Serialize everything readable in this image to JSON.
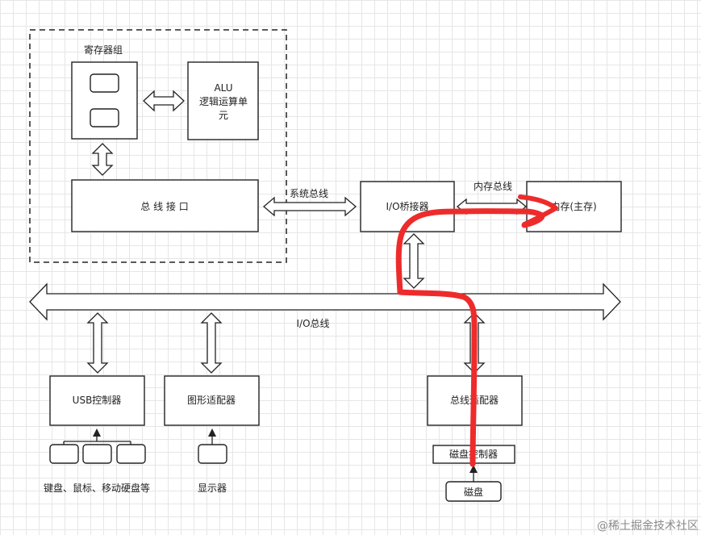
{
  "cpu": {
    "register_group_label": "寄存器组",
    "alu_line1": "ALU",
    "alu_line2": "逻辑运算单",
    "alu_line3": "元",
    "bus_interface_label": "总 线 接 口"
  },
  "system_bus_label": "系统总线",
  "io_bridge_label": "I/O桥接器",
  "memory_bus_label": "内存总线",
  "memory_label": "内存(主存)",
  "io_bus_label": "I/O总线",
  "usb_controller_label": "USB控制器",
  "graphics_adapter_label": "图形适配器",
  "bus_adapter_label": "总线适配器",
  "disk_controller_label": "磁盘控制器",
  "disk_label": "磁盘",
  "peripherals_label": "键盘、鼠标、移动硬盘等",
  "display_label": "显示器",
  "watermark": "@稀土掘金技术社区",
  "colors": {
    "highlight_path": "#ee2b2b",
    "stroke": "#222222"
  }
}
